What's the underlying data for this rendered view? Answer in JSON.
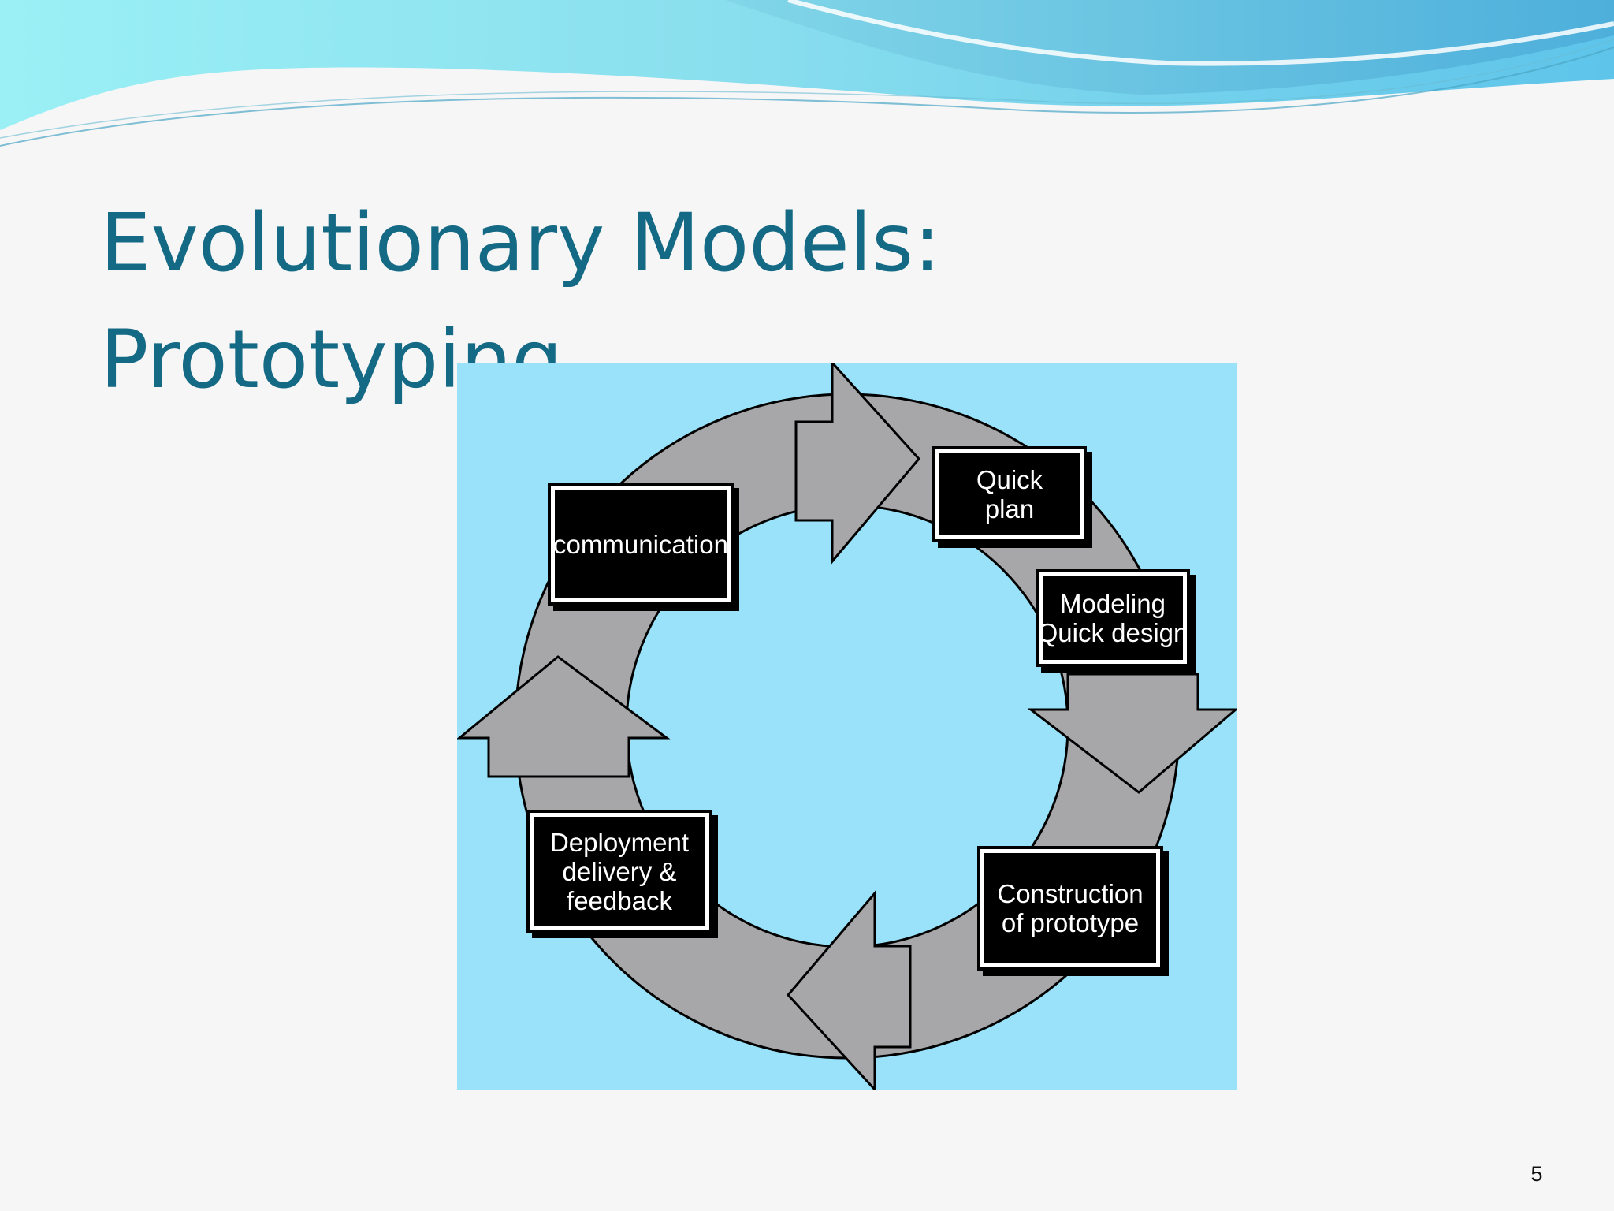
{
  "slide": {
    "title_line_1": "Evolutionary Models:",
    "title_line_2": "Prototyping",
    "page_number": "5"
  },
  "diagram": {
    "steps": [
      {
        "label": "communication"
      },
      {
        "label": "Quick\nplan"
      },
      {
        "label": "Modeling\nQuick design"
      },
      {
        "label": "Construction\nof prototype"
      },
      {
        "label": "Deployment\ndelivery &\nfeedback"
      }
    ]
  },
  "colors": {
    "title": "#146a84",
    "diagram_background": "#99e2f9",
    "ring": "#a7a6a8",
    "ring_outline": "#000000",
    "box_fill": "#000000",
    "box_border": "#ffffff",
    "box_text": "#ffffff",
    "banner_light": "#8eeaf3",
    "banner_dark": "#58b8dd"
  }
}
